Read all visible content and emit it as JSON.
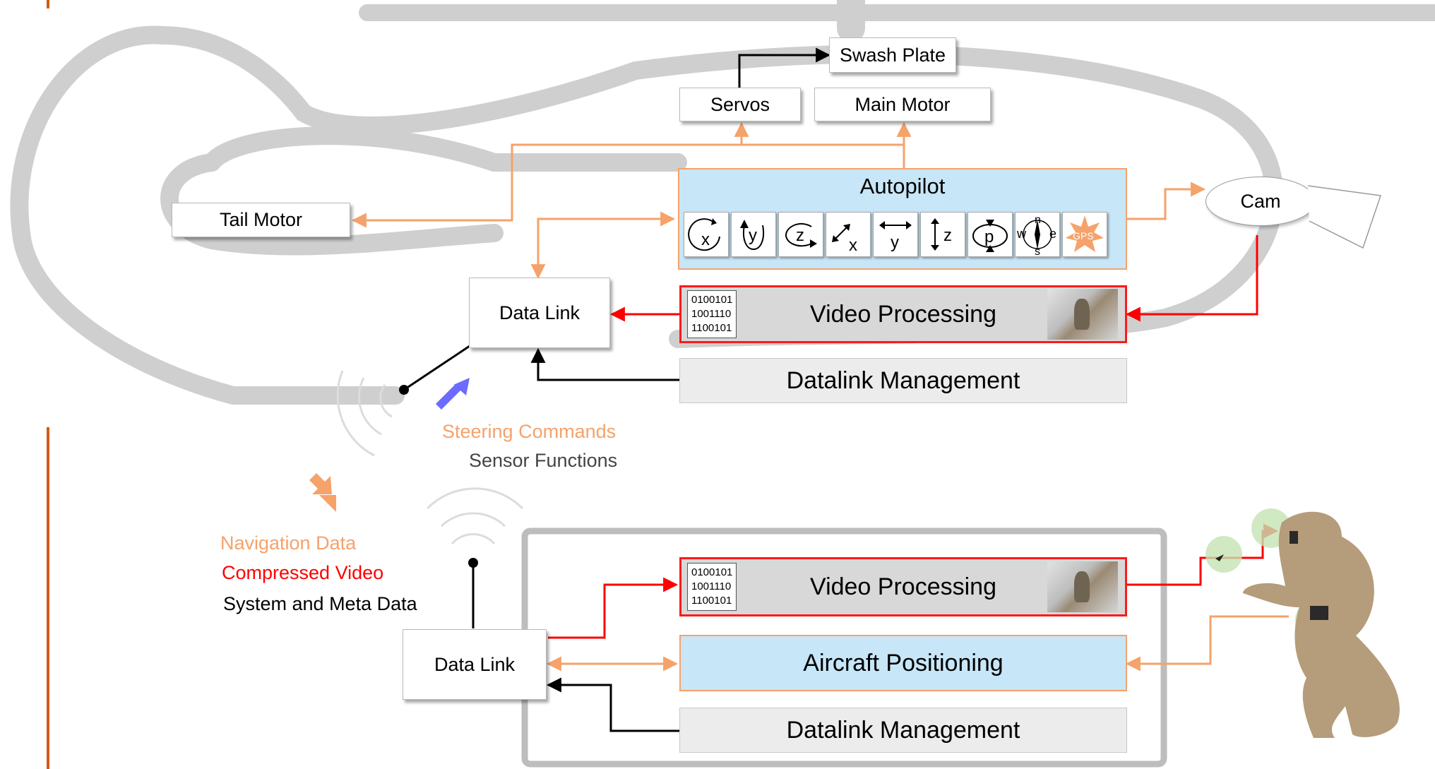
{
  "top": {
    "swash_plate": "Swash Plate",
    "servos": "Servos",
    "main_motor": "Main Motor",
    "tail_motor": "Tail Motor",
    "autopilot": {
      "title": "Autopilot",
      "tiles": [
        {
          "icon": "rotate-x-icon",
          "label": "x"
        },
        {
          "icon": "rotate-y-icon",
          "label": "y"
        },
        {
          "icon": "rotate-z-icon",
          "label": "z"
        },
        {
          "icon": "translate-x-icon",
          "label": "x"
        },
        {
          "icon": "translate-y-icon",
          "label": "y"
        },
        {
          "icon": "translate-z-icon",
          "label": "z"
        },
        {
          "icon": "pressure-icon",
          "label": "p"
        },
        {
          "icon": "compass-icon",
          "labels": [
            "n",
            "w",
            "e",
            "s"
          ]
        },
        {
          "icon": "gps-icon",
          "label": "GPS"
        }
      ]
    },
    "cam": "Cam",
    "data_link": "Data Link",
    "video_processing": {
      "label": "Video Processing",
      "binary": "0100101\n1001110\n1100101"
    },
    "datalink_management": "Datalink Management"
  },
  "middle": {
    "steering_commands": "Steering Commands",
    "sensor_functions": "Sensor Functions",
    "navigation_data": "Navigation Data",
    "compressed_video": "Compressed Video",
    "system_meta_data": "System and Meta Data"
  },
  "bottom": {
    "data_link": "Data Link",
    "video_processing": {
      "label": "Video Processing",
      "binary": "0100101\n1001110\n1100101"
    },
    "aircraft_positioning": "Aircraft Positioning",
    "datalink_management": "Datalink Management"
  },
  "colors": {
    "orange_arrow": "#f5a26b",
    "red_arrow": "#ff0000",
    "black_arrow": "#000000",
    "helicopter_outline": "#cfcfcf",
    "left_rule": "#d25a14",
    "blue_fill": "#c7e6f7",
    "soldier": "#b59c7a",
    "signal_arrow_blue": "#6b6bff",
    "signal_arrow_orange": "#f5a26b"
  }
}
